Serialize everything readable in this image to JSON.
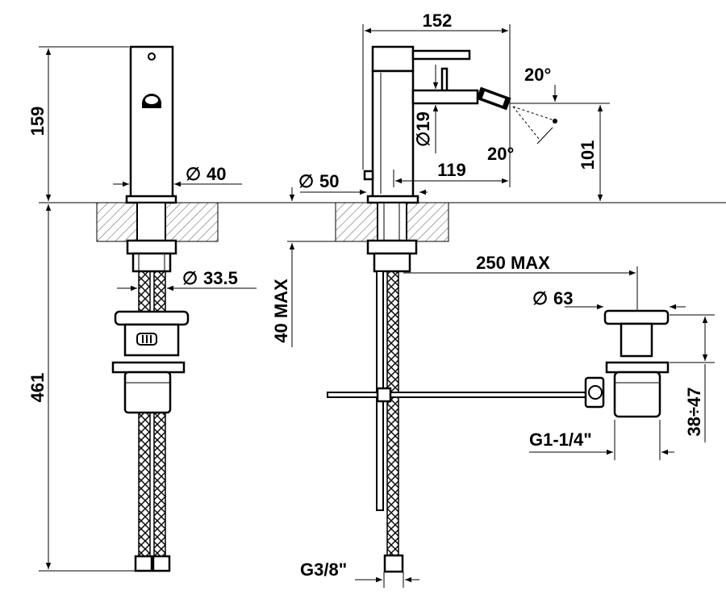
{
  "dimensions": {
    "height_top": "159",
    "height_total": "461",
    "body_diameter": "40",
    "hole_diameter": "33.5",
    "reach": "152",
    "base_diameter": "50",
    "spout_diameter": "19",
    "spout_reach": "119",
    "spout_height": "101",
    "angle_up": "20°",
    "angle_down": "20°",
    "deck_thickness": "40 MAX",
    "rod_length": "250 MAX",
    "plug_diameter": "63",
    "waste_thread": "G1-1/4\"",
    "waste_height": "38÷47",
    "hose_thread": "G3/8\""
  },
  "symbols": {
    "diameter": "∅"
  }
}
